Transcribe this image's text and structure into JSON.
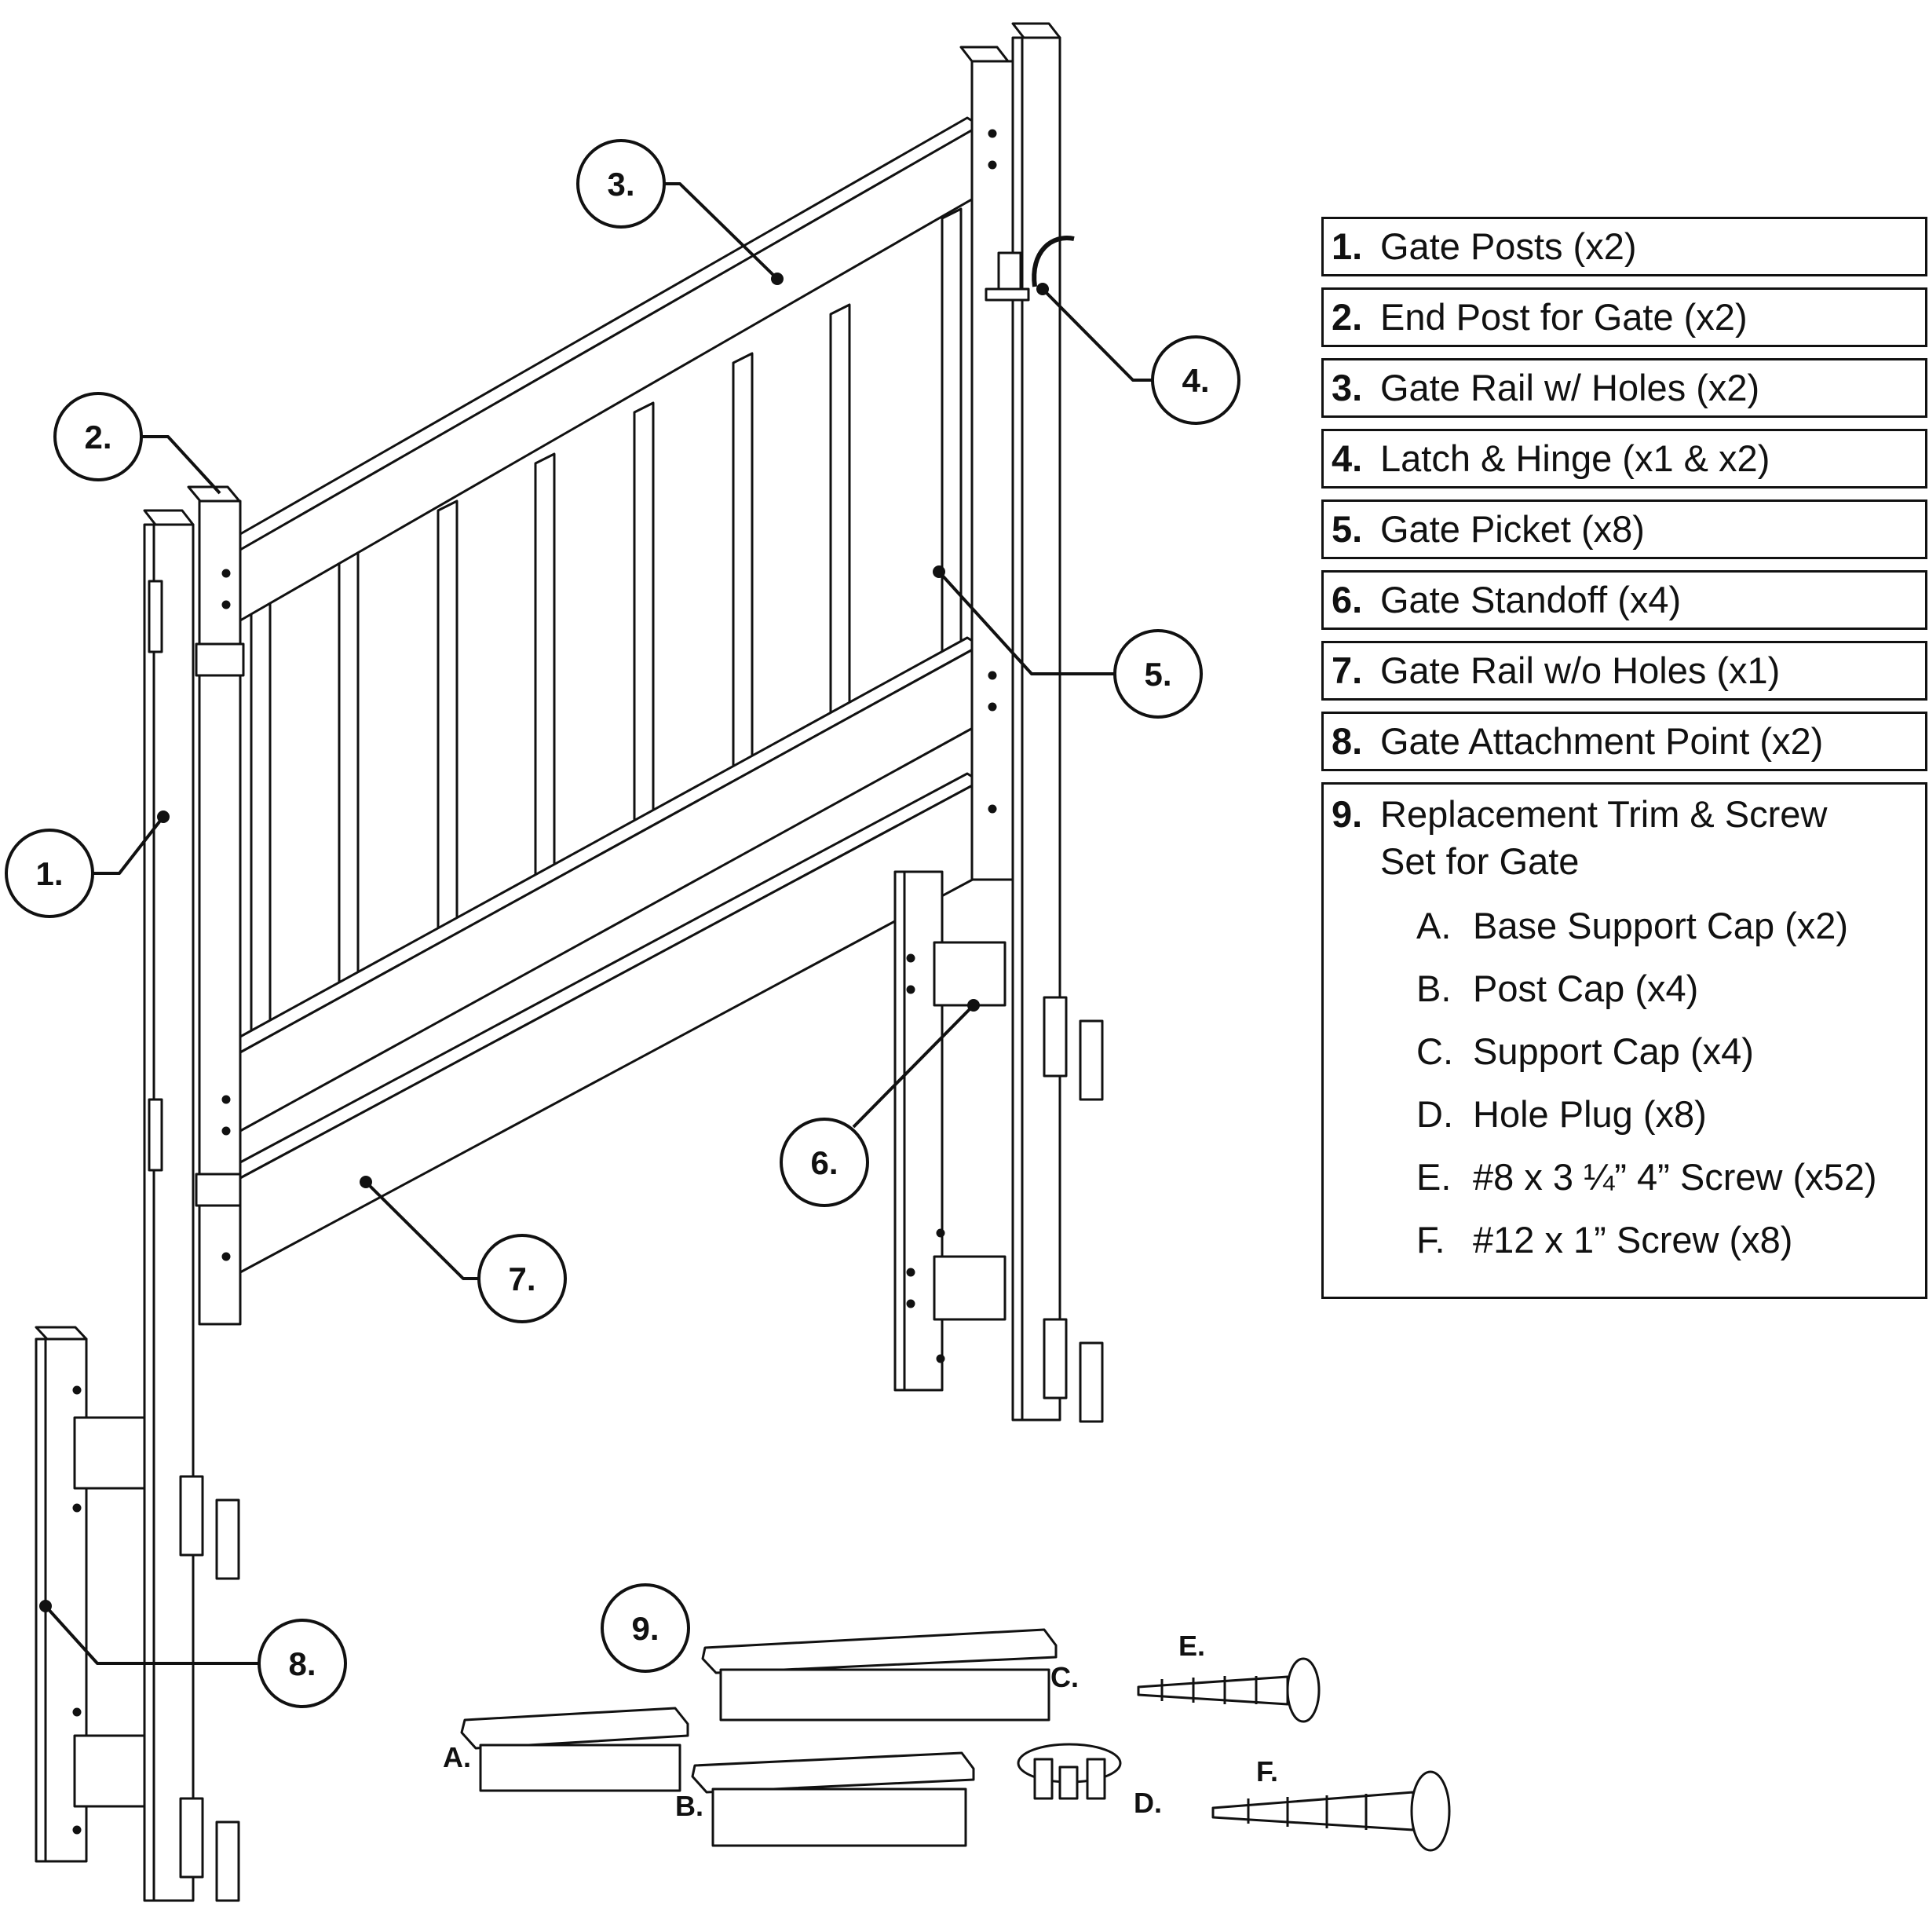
{
  "callouts": [
    "1.",
    "2.",
    "3.",
    "4.",
    "5.",
    "6.",
    "7.",
    "8.",
    "9."
  ],
  "hardware_letters": [
    "A.",
    "B.",
    "C.",
    "D.",
    "E.",
    "F."
  ],
  "parts": [
    {
      "num": "1.",
      "label": "Gate Posts (x2)"
    },
    {
      "num": "2.",
      "label": "End Post for Gate (x2)"
    },
    {
      "num": "3.",
      "label": "Gate Rail w/ Holes (x2)"
    },
    {
      "num": "4.",
      "label": "Latch & Hinge (x1 & x2)"
    },
    {
      "num": "5.",
      "label": "Gate Picket (x8)"
    },
    {
      "num": "6.",
      "label": "Gate Standoff (x4)"
    },
    {
      "num": "7.",
      "label": "Gate Rail w/o Holes (x1)"
    },
    {
      "num": "8.",
      "label": "Gate Attachment Point (x2)"
    }
  ],
  "part9": {
    "num": "9.",
    "label": "Replacement Trim & Screw Set for Gate",
    "items": [
      {
        "letter": "A.",
        "label": "Base Support Cap (x2)"
      },
      {
        "letter": "B.",
        "label": "Post Cap  (x4)"
      },
      {
        "letter": "C.",
        "label": "Support Cap  (x4)"
      },
      {
        "letter": "D.",
        "label": "Hole Plug  (x8)"
      },
      {
        "letter": "E.",
        "label": "#8 x 3 ¼” 4” Screw  (x52)"
      },
      {
        "letter": "F.",
        "label": "#12 x 1” Screw  (x8)"
      }
    ]
  }
}
